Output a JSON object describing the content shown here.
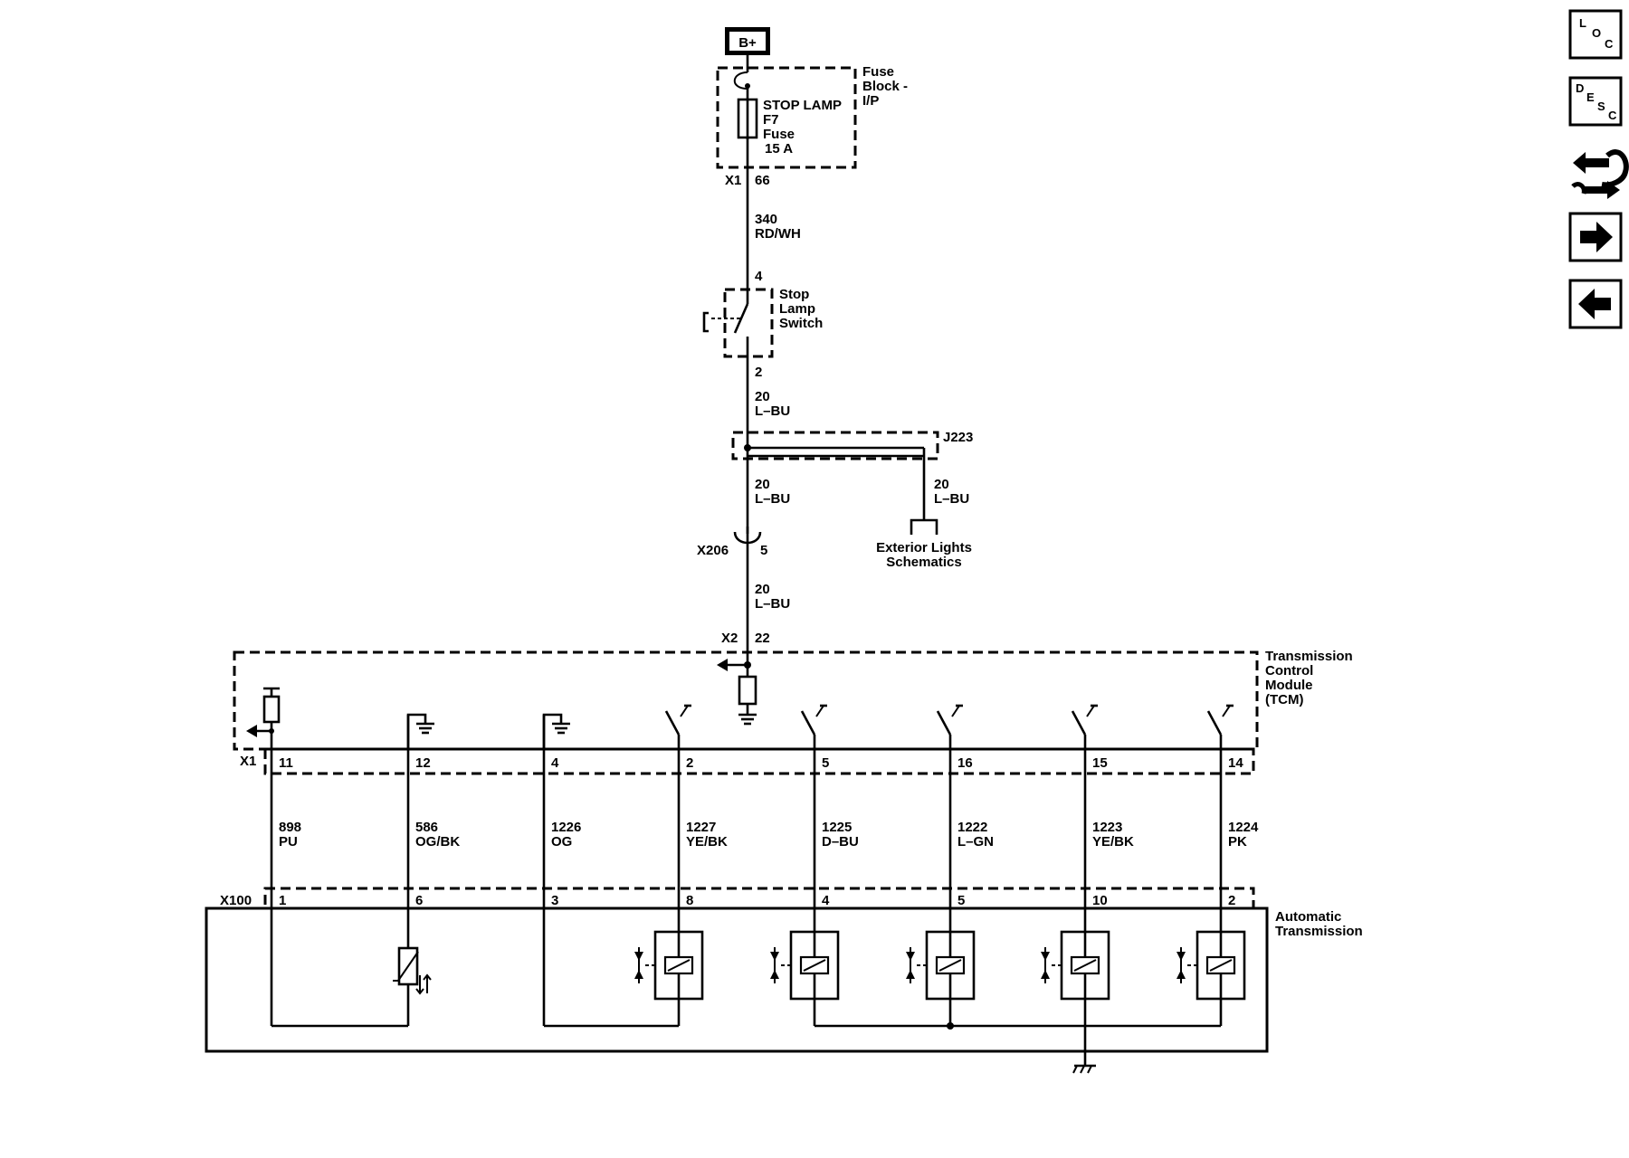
{
  "power": {
    "label": "B+"
  },
  "fuse_block": {
    "name_lines": [
      "Fuse",
      "Block -",
      "I/P"
    ],
    "fuse_lines": [
      "STOP LAMP",
      "F7",
      "Fuse",
      "15 A"
    ],
    "connector": "X1",
    "pin": "66"
  },
  "wire_340": {
    "circuit": "340",
    "color": "RD/WH"
  },
  "stop_lamp_switch": {
    "name_lines": [
      "Stop",
      "Lamp",
      "Switch"
    ],
    "pin_top": "4",
    "pin_bottom": "2"
  },
  "wire_20_a": {
    "circuit": "20",
    "color": "L–BU"
  },
  "splice": {
    "label": "J223"
  },
  "wire_20_b": {
    "circuit": "20",
    "color": "L–BU"
  },
  "wire_20_branch": {
    "circuit": "20",
    "color": "L–BU"
  },
  "exterior_ref": {
    "lines": [
      "Exterior Lights",
      "Schematics"
    ]
  },
  "inline_connector": {
    "label": "X206",
    "pin": "5"
  },
  "wire_20_c": {
    "circuit": "20",
    "color": "L–BU"
  },
  "tcm_input": {
    "connector": "X2",
    "pin": "22"
  },
  "tcm": {
    "name_lines": [
      "Transmission",
      "Control",
      "Module",
      "(TCM)"
    ],
    "connector": "X1"
  },
  "transmission": {
    "name_lines": [
      "Automatic",
      "Transmission"
    ],
    "connector": "X100"
  },
  "circuits": [
    {
      "tcm_pin": "11",
      "circuit": "898",
      "color": "PU",
      "trans_pin": "1"
    },
    {
      "tcm_pin": "12",
      "circuit": "586",
      "color": "OG/BK",
      "trans_pin": "6"
    },
    {
      "tcm_pin": "4",
      "circuit": "1226",
      "color": "OG",
      "trans_pin": "3"
    },
    {
      "tcm_pin": "2",
      "circuit": "1227",
      "color": "YE/BK",
      "trans_pin": "8"
    },
    {
      "tcm_pin": "5",
      "circuit": "1225",
      "color": "D–BU",
      "trans_pin": "4"
    },
    {
      "tcm_pin": "16",
      "circuit": "1222",
      "color": "L–GN",
      "trans_pin": "5"
    },
    {
      "tcm_pin": "15",
      "circuit": "1223",
      "color": "YE/BK",
      "trans_pin": "10"
    },
    {
      "tcm_pin": "14",
      "circuit": "1224",
      "color": "PK",
      "trans_pin": "2"
    }
  ],
  "nav": {
    "loc": {
      "l1": "L",
      "l2": "O",
      "l3": "C"
    },
    "desc": {
      "l1": "D",
      "l2": "E",
      "l3": "S",
      "l4": "C"
    },
    "icons": [
      "connector-swap-icon",
      "arrow-right-icon",
      "arrow-left-icon"
    ]
  }
}
